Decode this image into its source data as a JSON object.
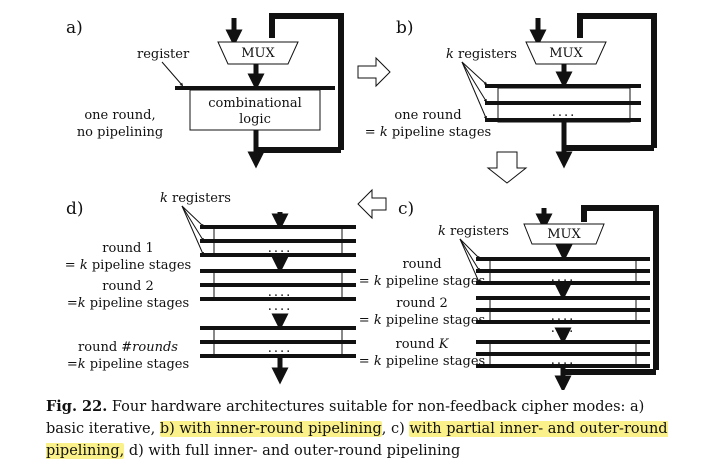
{
  "panels": {
    "a": {
      "letter": "a)",
      "mux": "MUX",
      "register_label": "register",
      "logic_line1": "combinational",
      "logic_line2": "logic",
      "desc_line1": "one round,",
      "desc_line2": "no pipelining"
    },
    "b": {
      "letter": "b)",
      "mux": "MUX",
      "k": "k",
      "registers_word": " registers",
      "desc_line1": "one round",
      "desc_line2_prefix": "= ",
      "desc_line2_k": "k",
      "desc_line2_suffix": " pipeline stages",
      "dots": "...."
    },
    "c": {
      "letter": "c)",
      "mux": "MUX",
      "k": "k",
      "registers_word": " registers",
      "dots": "....",
      "rounds": [
        {
          "label_prefix": "round ",
          "label_italic": "",
          "line2_prefix": "= ",
          "line2_k": "k",
          "line2_suffix": " pipeline stages"
        },
        {
          "label_prefix": "round 2",
          "label_italic": "",
          "line2_prefix": "= ",
          "line2_k": "k",
          "line2_suffix": " pipeline stages"
        },
        {
          "label_prefix": "round ",
          "label_italic": "K",
          "line2_prefix": "= ",
          "line2_k": "k",
          "line2_suffix": " pipeline stages"
        }
      ]
    },
    "d": {
      "letter": "d)",
      "k": "k",
      "registers_word": " registers",
      "dots": "....",
      "rounds": [
        {
          "label_prefix": "round 1",
          "label_italic": "",
          "line2_prefix": "= ",
          "line2_k": "k",
          "line2_suffix": " pipeline stages"
        },
        {
          "label_prefix": "round 2",
          "label_italic": "",
          "line2_prefix": "=",
          "line2_k": "k",
          "line2_suffix": " pipeline stages"
        },
        {
          "label_prefix": "round ",
          "label_italic": "#rounds",
          "line2_prefix": "=",
          "line2_k": "k",
          "line2_suffix": " pipeline stages"
        }
      ]
    }
  },
  "caption": {
    "fig": "Fig. 22.",
    "part1": " Four hardware architectures suitable for non-feedback cipher modes: a) basic iterative, ",
    "hl1": "b) with inner-round pipelining",
    "part2": ", c) ",
    "hl2": "with partial inner- and outer-round pipelining,",
    "part3": " d) with full inner- and outer-round pipelining"
  },
  "colors": {
    "highlight": "#fbf18a",
    "ink": "#111111"
  }
}
